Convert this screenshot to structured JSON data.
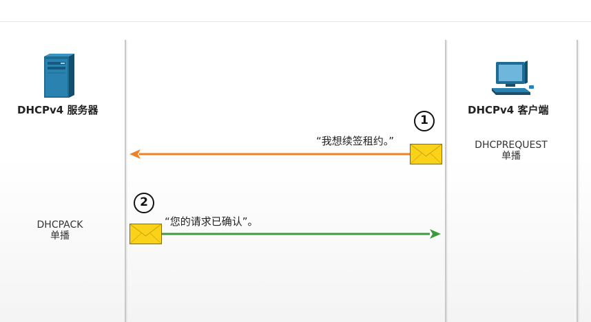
{
  "server": {
    "label": "DHCPv4 服务器",
    "message_type": "DHCPACK",
    "cast": "单播"
  },
  "client": {
    "label": "DHCPv4 客户端",
    "message_type": "DHCPREQUEST",
    "cast": "单播"
  },
  "steps": [
    {
      "number": "1",
      "text": "“我想续签租约。”",
      "direction": "client-to-server",
      "color": "#f08026"
    },
    {
      "number": "2",
      "text": "“您的请求已确认”。",
      "direction": "server-to-client",
      "color": "#3c9a3c"
    }
  ],
  "icons": [
    "server-icon",
    "computer-icon",
    "envelope-icon"
  ]
}
